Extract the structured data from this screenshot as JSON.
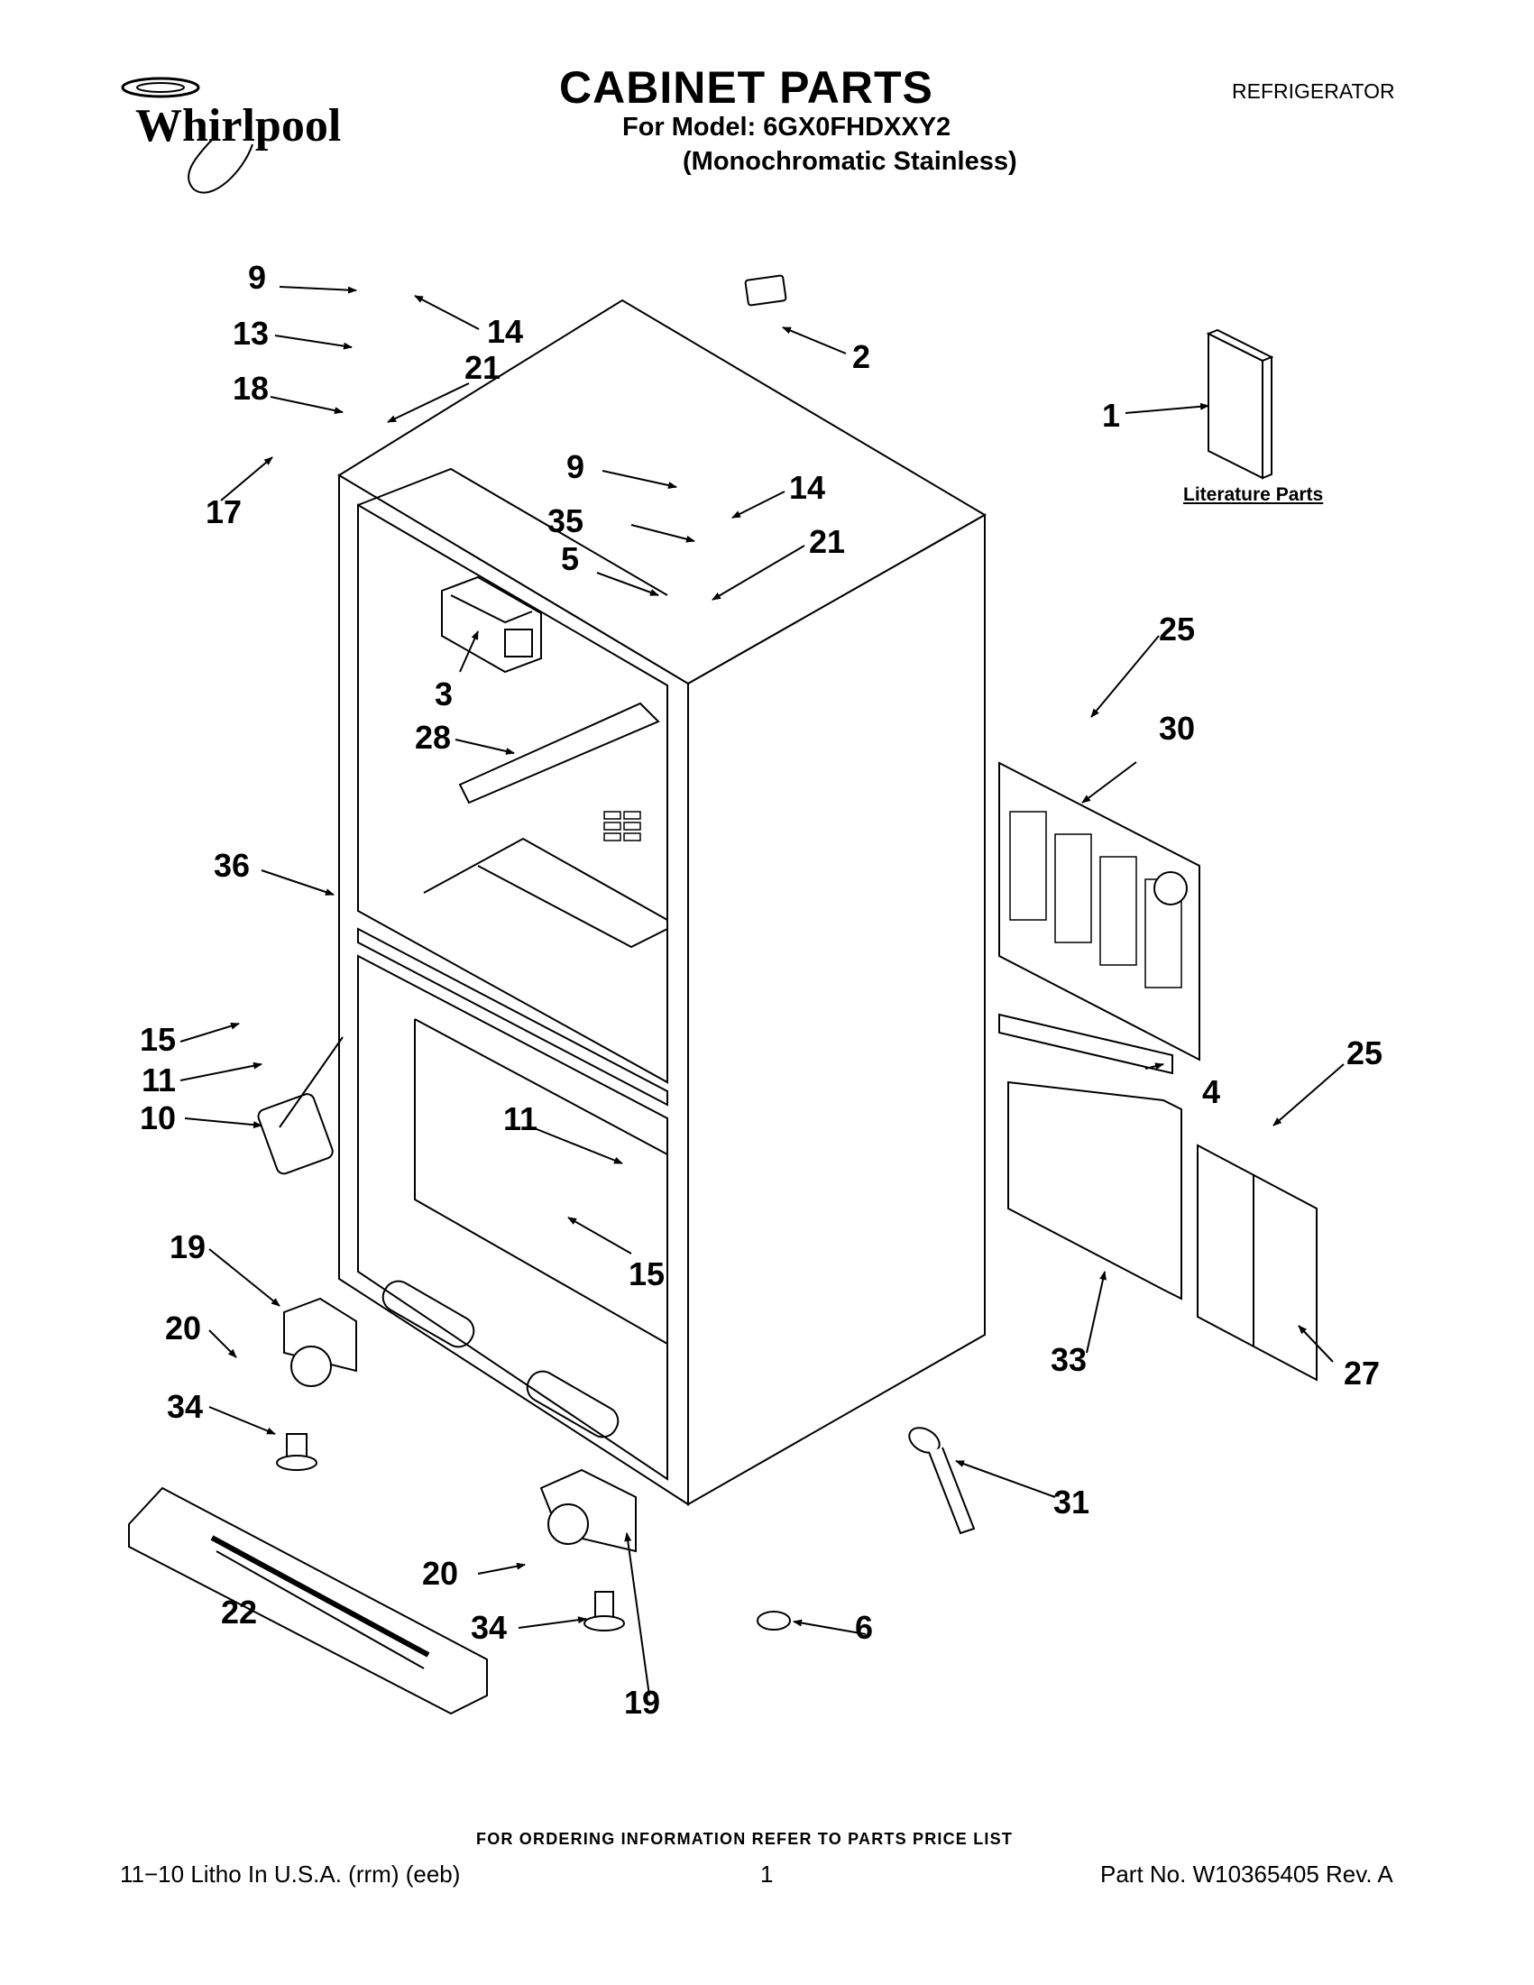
{
  "header": {
    "brand": "Whirlpool",
    "title": "CABINET PARTS",
    "model_line": "For Model: 6GX0FHDXXY2",
    "finish_line": "(Monochromatic Stainless)",
    "category": "REFRIGERATOR"
  },
  "callouts": {
    "c1": "1",
    "c2": "2",
    "c3": "3",
    "c4": "4",
    "c5": "5",
    "c6": "6",
    "c9a": "9",
    "c9b": "9",
    "c10": "10",
    "c11a": "11",
    "c11b": "11",
    "c13": "13",
    "c14a": "14",
    "c14b": "14",
    "c15a": "15",
    "c15b": "15",
    "c17": "17",
    "c18": "18",
    "c19a": "19",
    "c19b": "19",
    "c20a": "20",
    "c20b": "20",
    "c21a": "21",
    "c21b": "21",
    "c22": "22",
    "c25a": "25",
    "c25b": "25",
    "c27": "27",
    "c28": "28",
    "c30": "30",
    "c31": "31",
    "c33": "33",
    "c34a": "34",
    "c34b": "34",
    "c35": "35",
    "c36": "36"
  },
  "literature_label": "Literature Parts",
  "order_note": "FOR ORDERING INFORMATION REFER TO PARTS PRICE LIST",
  "footer": {
    "left": "11−10 Litho In U.S.A. (rrm) (eeb)",
    "center": "1",
    "right": "Part No. W10365405 Rev. A"
  }
}
